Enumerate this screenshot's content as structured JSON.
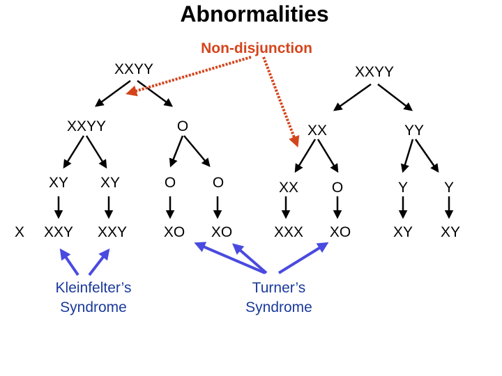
{
  "title": "Abnormalities",
  "nondisjunction_label": "Non-disjunction",
  "colors": {
    "red": "#d4441c",
    "blue": "#4a4ae0",
    "black": "#000000"
  },
  "nodes": {
    "p1": "XXYY",
    "p2": "XXYY",
    "a": "XXYY",
    "b": "O",
    "c": "XX",
    "d": "YY",
    "a1": "XY",
    "a2": "XY",
    "b1": "O",
    "b2": "O",
    "c1": "XX",
    "c2": "O",
    "d1": "Y",
    "d2": "Y",
    "x_left": "X",
    "r1": "XXY",
    "r2": "XXY",
    "r3": "XO",
    "r4": "XO",
    "r5": "XXX",
    "r6": "XO",
    "r7": "XY",
    "r8": "XY"
  },
  "syndromes": {
    "klinefelter_line1": "Kleinfelter’s",
    "klinefelter_line2": "Syndrome",
    "turner_line1": "Turner’s",
    "turner_line2": "Syndrome"
  }
}
